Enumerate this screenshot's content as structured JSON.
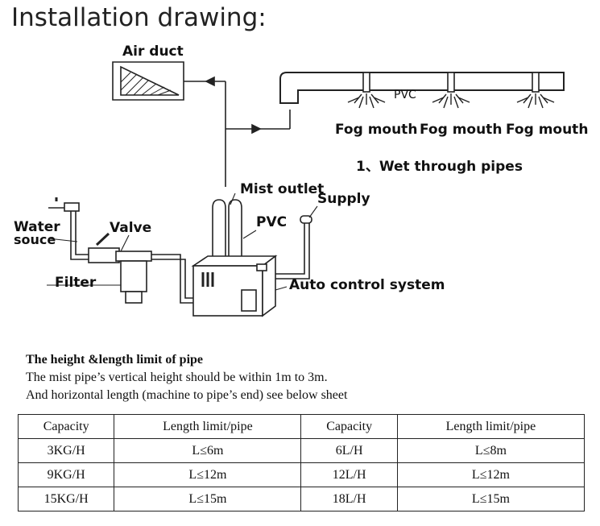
{
  "title": "Installation drawing:",
  "diagram": {
    "air_duct": "Air duct",
    "pvc_top": "PVC",
    "fog_mouths": [
      "Fog mouth",
      "Fog mouth",
      "Fog mouth"
    ],
    "wet_pipes": "1、Wet through pipes",
    "mist_outlet": "Mist outlet",
    "supply": "Supply",
    "pvc_side": "PVC",
    "water_source": [
      "Water",
      "souce"
    ],
    "valve": "Valve",
    "filter": "Filter",
    "auto_control": "Auto control system"
  },
  "notes": {
    "heading": "The height &length limit of pipe",
    "line1": "The mist pipe’s vertical height should be within 1m to 3m.",
    "line2": "And horizontal length (machine to pipe’s end) see below sheet"
  },
  "table": {
    "headers": [
      "Capacity",
      "Length limit/pipe",
      "Capacity",
      "Length limit/pipe"
    ],
    "rows": [
      [
        "3KG/H",
        "L≤6m",
        "6L/H",
        "L≤8m"
      ],
      [
        "9KG/H",
        "L≤12m",
        "12L/H",
        "L≤12m"
      ],
      [
        "15KG/H",
        "L≤15m",
        "18L/H",
        "L≤15m"
      ]
    ]
  }
}
